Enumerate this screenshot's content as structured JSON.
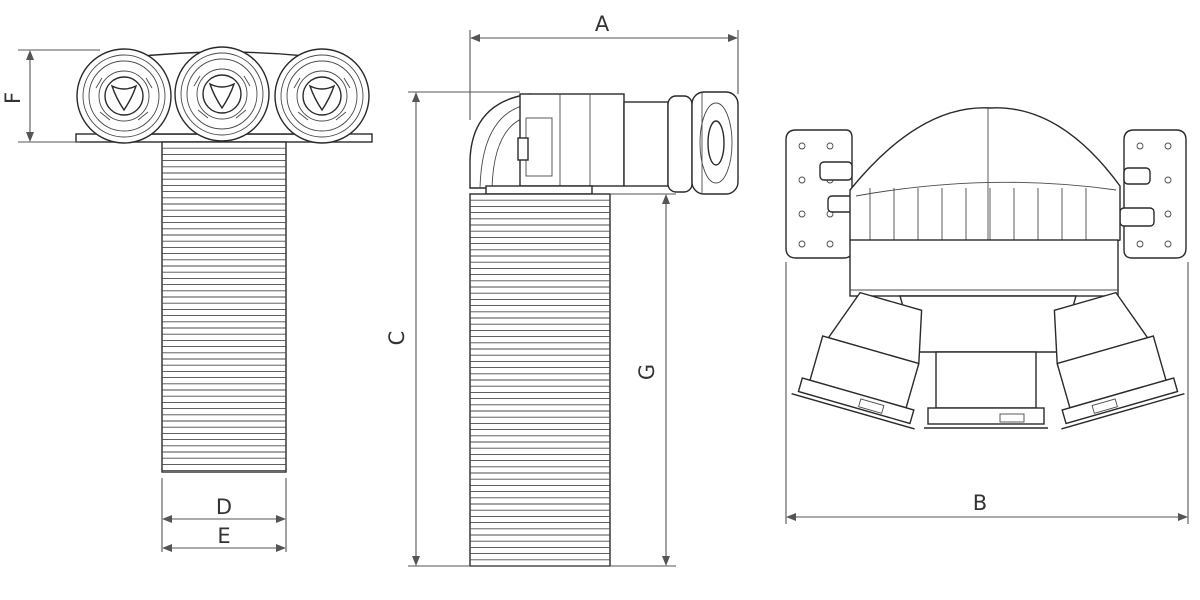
{
  "dimensions": {
    "a": "A",
    "b": "B",
    "c": "C",
    "d": "D",
    "e": "E",
    "f": "F",
    "g": "G"
  },
  "colors": {
    "line": "#2a2a2a",
    "dimension": "#555555",
    "background": "#ffffff"
  }
}
